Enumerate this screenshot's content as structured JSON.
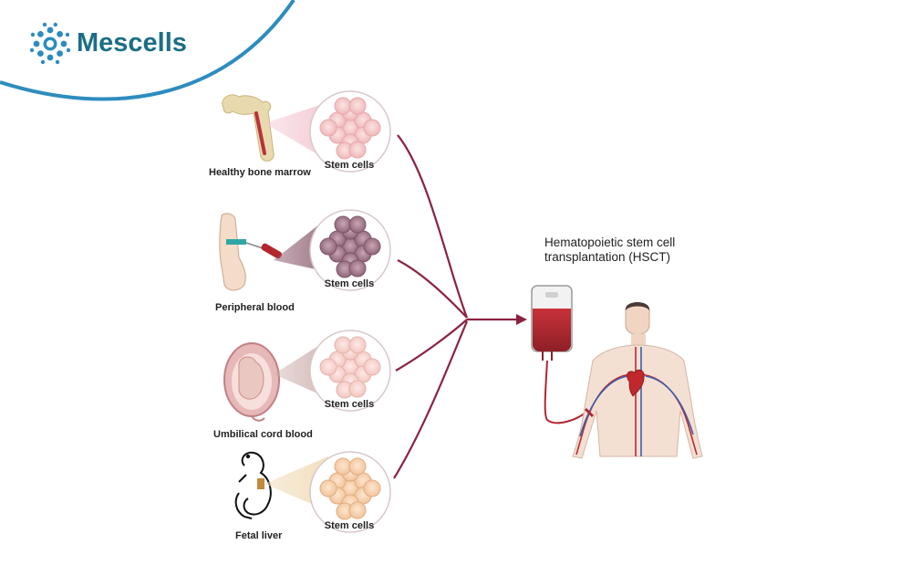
{
  "brand": {
    "name": "Mescells",
    "color": "#1b6e86",
    "arc_color": "#2d8cbf"
  },
  "sources": [
    {
      "label": "Healthy  bone marrow",
      "cells_label": "Stem cells",
      "icon": "bone-marrow-icon"
    },
    {
      "label": "Peripheral blood",
      "cells_label": "Stem cells",
      "icon": "arm-blood-draw-icon"
    },
    {
      "label": "Umbilical cord blood",
      "cells_label": "Stem cells",
      "icon": "fetus-in-uterus-icon"
    },
    {
      "label": "Fetal liver",
      "cells_label": "Stem cells",
      "icon": "fetus-outline-icon"
    }
  ],
  "transplant": {
    "title_line1": "Hematopoietic stem cell",
    "title_line2": "transplantation (HSCT)"
  },
  "colors": {
    "arrow": "#8b2340",
    "blood": "#b3262e",
    "vessel_red": "#c0282d",
    "vessel_blue": "#3a5fb0"
  }
}
